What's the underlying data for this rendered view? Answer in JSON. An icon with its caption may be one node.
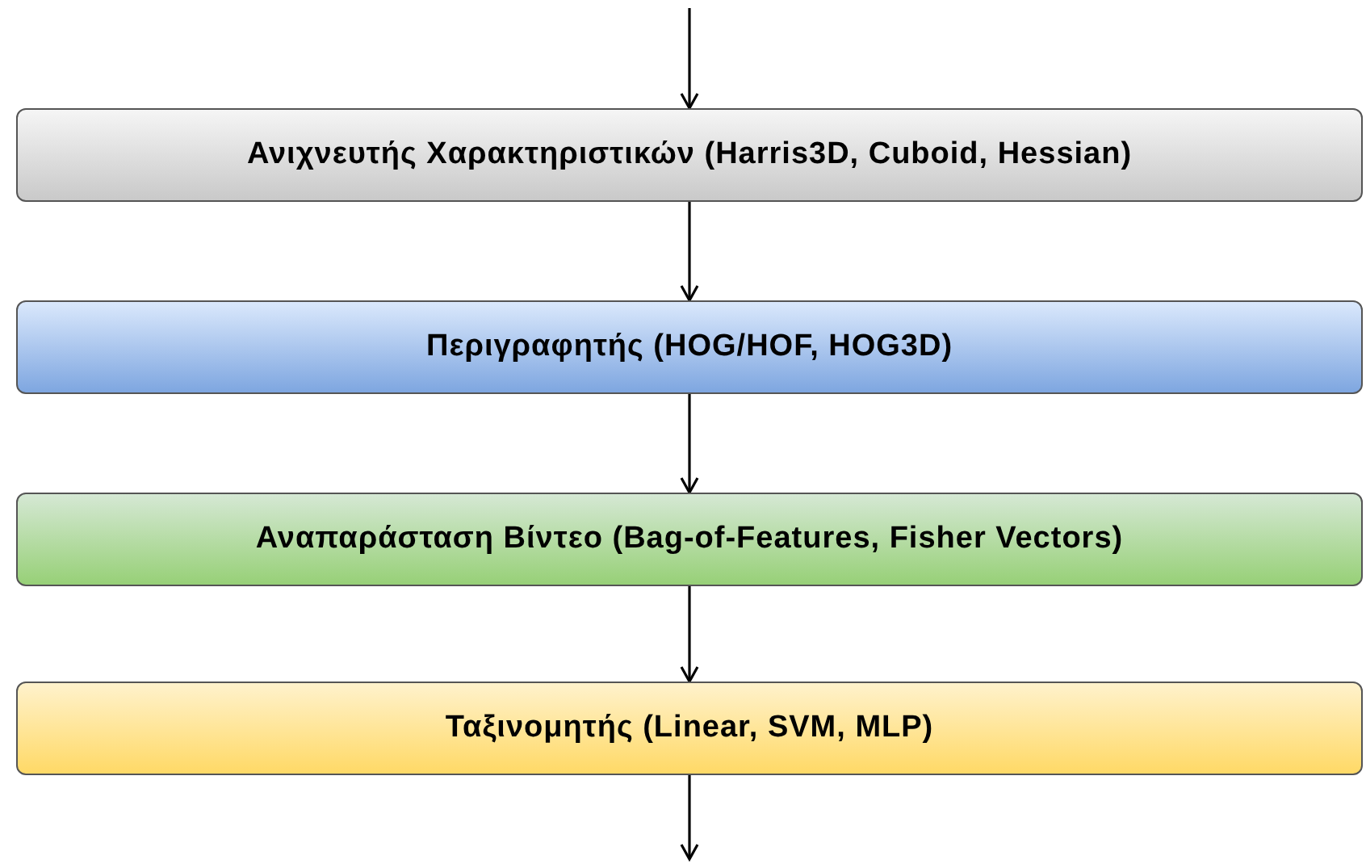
{
  "diagram": {
    "nodes": [
      {
        "text": [
          "Ανιχνευτής Χαρακτηριστικών (Harris3D, Cuboid, Hessian)"
        ]
      },
      {
        "text": [
          "Περιγραφητής (HOG/HOF, HOG3D)"
        ]
      },
      {
        "text": [
          "Αναπαράσταση Βίντεο (Bag-of-Features, Fisher Vectors)"
        ]
      },
      {
        "text": [
          "Ταξινομητής (Linear, SVM, MLP)"
        ]
      }
    ],
    "edges": [
      {
        "from": null,
        "to": 0,
        "arrow": "to"
      },
      {
        "from": 0,
        "to": 1,
        "arrow": "to"
      },
      {
        "from": 1,
        "to": 2,
        "arrow": "to"
      },
      {
        "from": 2,
        "to": 3,
        "arrow": "to"
      },
      {
        "from": 3,
        "to": null,
        "arrow": "to"
      }
    ]
  }
}
